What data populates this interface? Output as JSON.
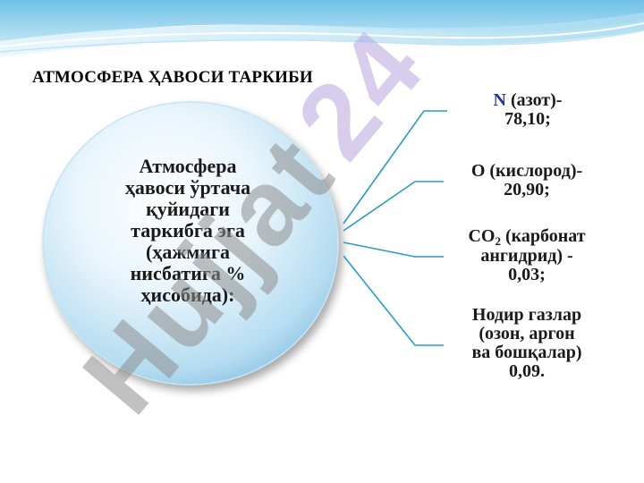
{
  "title": "АТМОСФЕРА ҲАВОСИ ТАРКИБИ",
  "center_lines": [
    "Атмосфера",
    "ҳавоси ўртача",
    "қуйидаги",
    "таркибга эга",
    "(ҳажмига",
    "нисбатига %",
    "ҳисобида):"
  ],
  "items": [
    {
      "lines": [
        {
          "main": "N",
          "rest": " (азот)-"
        },
        {
          "main": "78,10;"
        }
      ]
    },
    {
      "lines": [
        {
          "main": "O (кислород)-"
        },
        {
          "main": "20,90;"
        }
      ]
    },
    {
      "lines": [
        {
          "main": "CO",
          "sub": "2",
          "rest": " (карбонат"
        },
        {
          "main": "ангидрид) -"
        },
        {
          "main": "0,03;"
        }
      ]
    },
    {
      "lines": [
        {
          "main": "Нодир газлар"
        },
        {
          "main": "(озон, аргон"
        },
        {
          "main": "ва бошқалар)"
        },
        {
          "main": "0,09."
        }
      ]
    }
  ],
  "colors": {
    "connector": "#2a9bc4",
    "nitrogen_letter": "#1f3a93",
    "circle_center": "#ffffff",
    "circle_edge": "#9ccbea",
    "wave_light": "#d6eef8",
    "wave_mid": "#7fc6e6",
    "watermark": "#8f8f8f"
  }
}
